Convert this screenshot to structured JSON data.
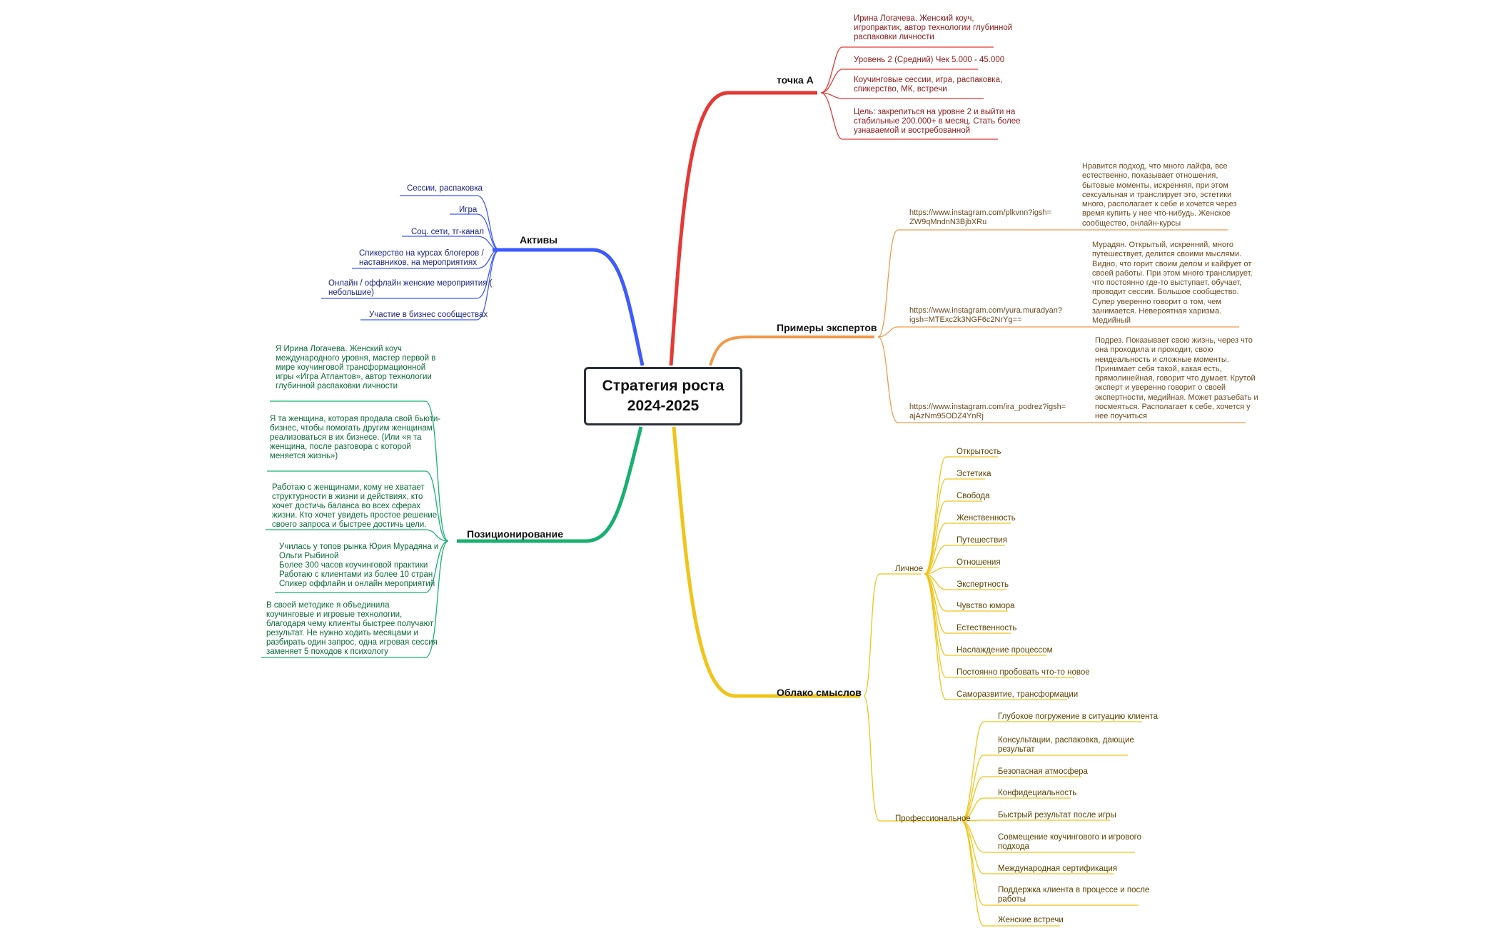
{
  "central": "Стратегия роста\n2024-2025",
  "colors": {
    "red": "#e53935",
    "orange": "#f2994a",
    "blue": "#3d5afe",
    "green": "#18b070",
    "yellow": "#f0c419"
  },
  "branches": {
    "a": {
      "title": "точка А",
      "items": [
        "Ирина Логачева. Женский коуч,\nигропрактик, автор технологии глубинной\nраспаковки личности",
        "Уровень 2 (Средний) Чек 5.000 - 45.000",
        "Коучинговые сессии, игра, распаковка,\nспикерство, МК, встречи",
        "Цель:  закрепиться на уровне 2 и выйти на\nстабильные 200.000+ в месяц. Стать более\nузнаваемой и востребованной"
      ]
    },
    "experts": {
      "title": "Примеры экспертов",
      "items": [
        {
          "link": "https://www.instagram.com/plkvnn?igsh=\nZW9qMndnN3BjbXRu",
          "note": "Нравится подход, что много лайфа, все\nестественно, показывает отношения,\nбытовые моменты, искренняя, при этом\nсексуальная и транслирует это, эстетики\nмного, располагает к себе и хочется через\nвремя купить у нее что-нибудь. Женское\nсообщество, онлайн-курсы"
        },
        {
          "link": "https://www.instagram.com/yura.muradyan?\nigsh=MTExc2k3NGF6c2NrYg==",
          "note": "Мурадян. Открытый, искренний, много\nпутешествует, делится своими мыслями.\nВидно, что горит своим делом и кайфует от\nсвоей работы. При этом много транслирует,\nчто постоянно где-то выступает, обучает,\nпроводит сессии. Большое сообщество.\nСупер уверенно говорит о том, чем\nзанимается. Невероятная харизма.\nМедийный"
        },
        {
          "link": "https://www.instagram.com/ira_podrez?igsh=\najAzNm95ODZ4YnRj",
          "note": "Подрез. Показывает свою жизнь, через что\nона проходила и проходит, свою\nнеидеальность и сложные моменты.\nПринимает себя такой, какая есть,\nпрямолинейная, говорит что думает. Крутой\nэксперт и уверенно говорит о своей\nэкспертности, медийная. Может разъебать и\nпосмеяться. Располагает к себе, хочется у\nнее поучиться"
        }
      ]
    },
    "assets": {
      "title": "Активы",
      "items": [
        "Сессии, распаковка",
        "Игра",
        "Соц. сети, тг-канал",
        "Спикерство на курсах блогеров /\nнаставников, на мероприятиях",
        "Онлайн / оффлайн женские мероприятия (\nнебольшие)",
        "Участие в бизнес сообществах"
      ]
    },
    "positioning": {
      "title": "Позиционирование",
      "items": [
        "Я Ирина Логачева. Женский коуч\nмеждународного уровня, мастер первой в\nмире коучинговой трансформационной\nигры «Игра Атлантов», автор технологии\nглубинной распаковки личности",
        "Я та женщина, которая продала свой бьюти-\nбизнес, чтобы помогать другим женщинам\nреализоваться в их бизнесе. (Или «я та\nженщина, после разговора с которой\nменяется жизнь»)",
        "Работаю с женщинами, кому не хватает\nструктурности в жизни и действиях, кто\nхочет достичь баланса во всех сферах\nжизни. Кто хочет увидеть простое решение\nсвоего запроса и быстрее достичь цели.",
        "Училась у топов рынка Юрия Мурадяна и\nОльги Рыбиной\nБолее 300 часов коучинговой практики\nРаботаю с клиентами из более 10 стран\nСпикер оффлайн и онлайн мероприятий",
        "В своей методике я объединила\nкоучинговые и игровые технологии,\nблагодаря чему клиенты быстрее получают\nрезультат. Не нужно ходить месяцами и\nразбирать один запрос, одна игровая сессия\nзаменяет 5 походов к психологу"
      ]
    },
    "meanings": {
      "title": "Облако смыслов",
      "personal": {
        "title": "Личное",
        "items": [
          "Открытость",
          "Эстетика",
          "Свобода",
          "Женственность",
          "Путешествия",
          "Отношения",
          "Экспертность",
          "Чувство юмора",
          "Естественность",
          "Наслаждение процессом",
          "Постоянно пробовать что-то новое",
          "Саморазвитие, трансформации"
        ]
      },
      "professional": {
        "title": "Профессиональное",
        "items": [
          "Глубокое погружение в ситуацию клиента",
          "Консультации, распаковка, дающие\nрезультат",
          "Безопасная атмосфера",
          "Конфидециальность",
          "Быстрый результат после игры",
          "Совмещение коучингового и игрового\nподхода",
          "Международная сертификация",
          "Поддержка клиента в процессе и после\nработы",
          "Женские встречи"
        ]
      }
    }
  }
}
